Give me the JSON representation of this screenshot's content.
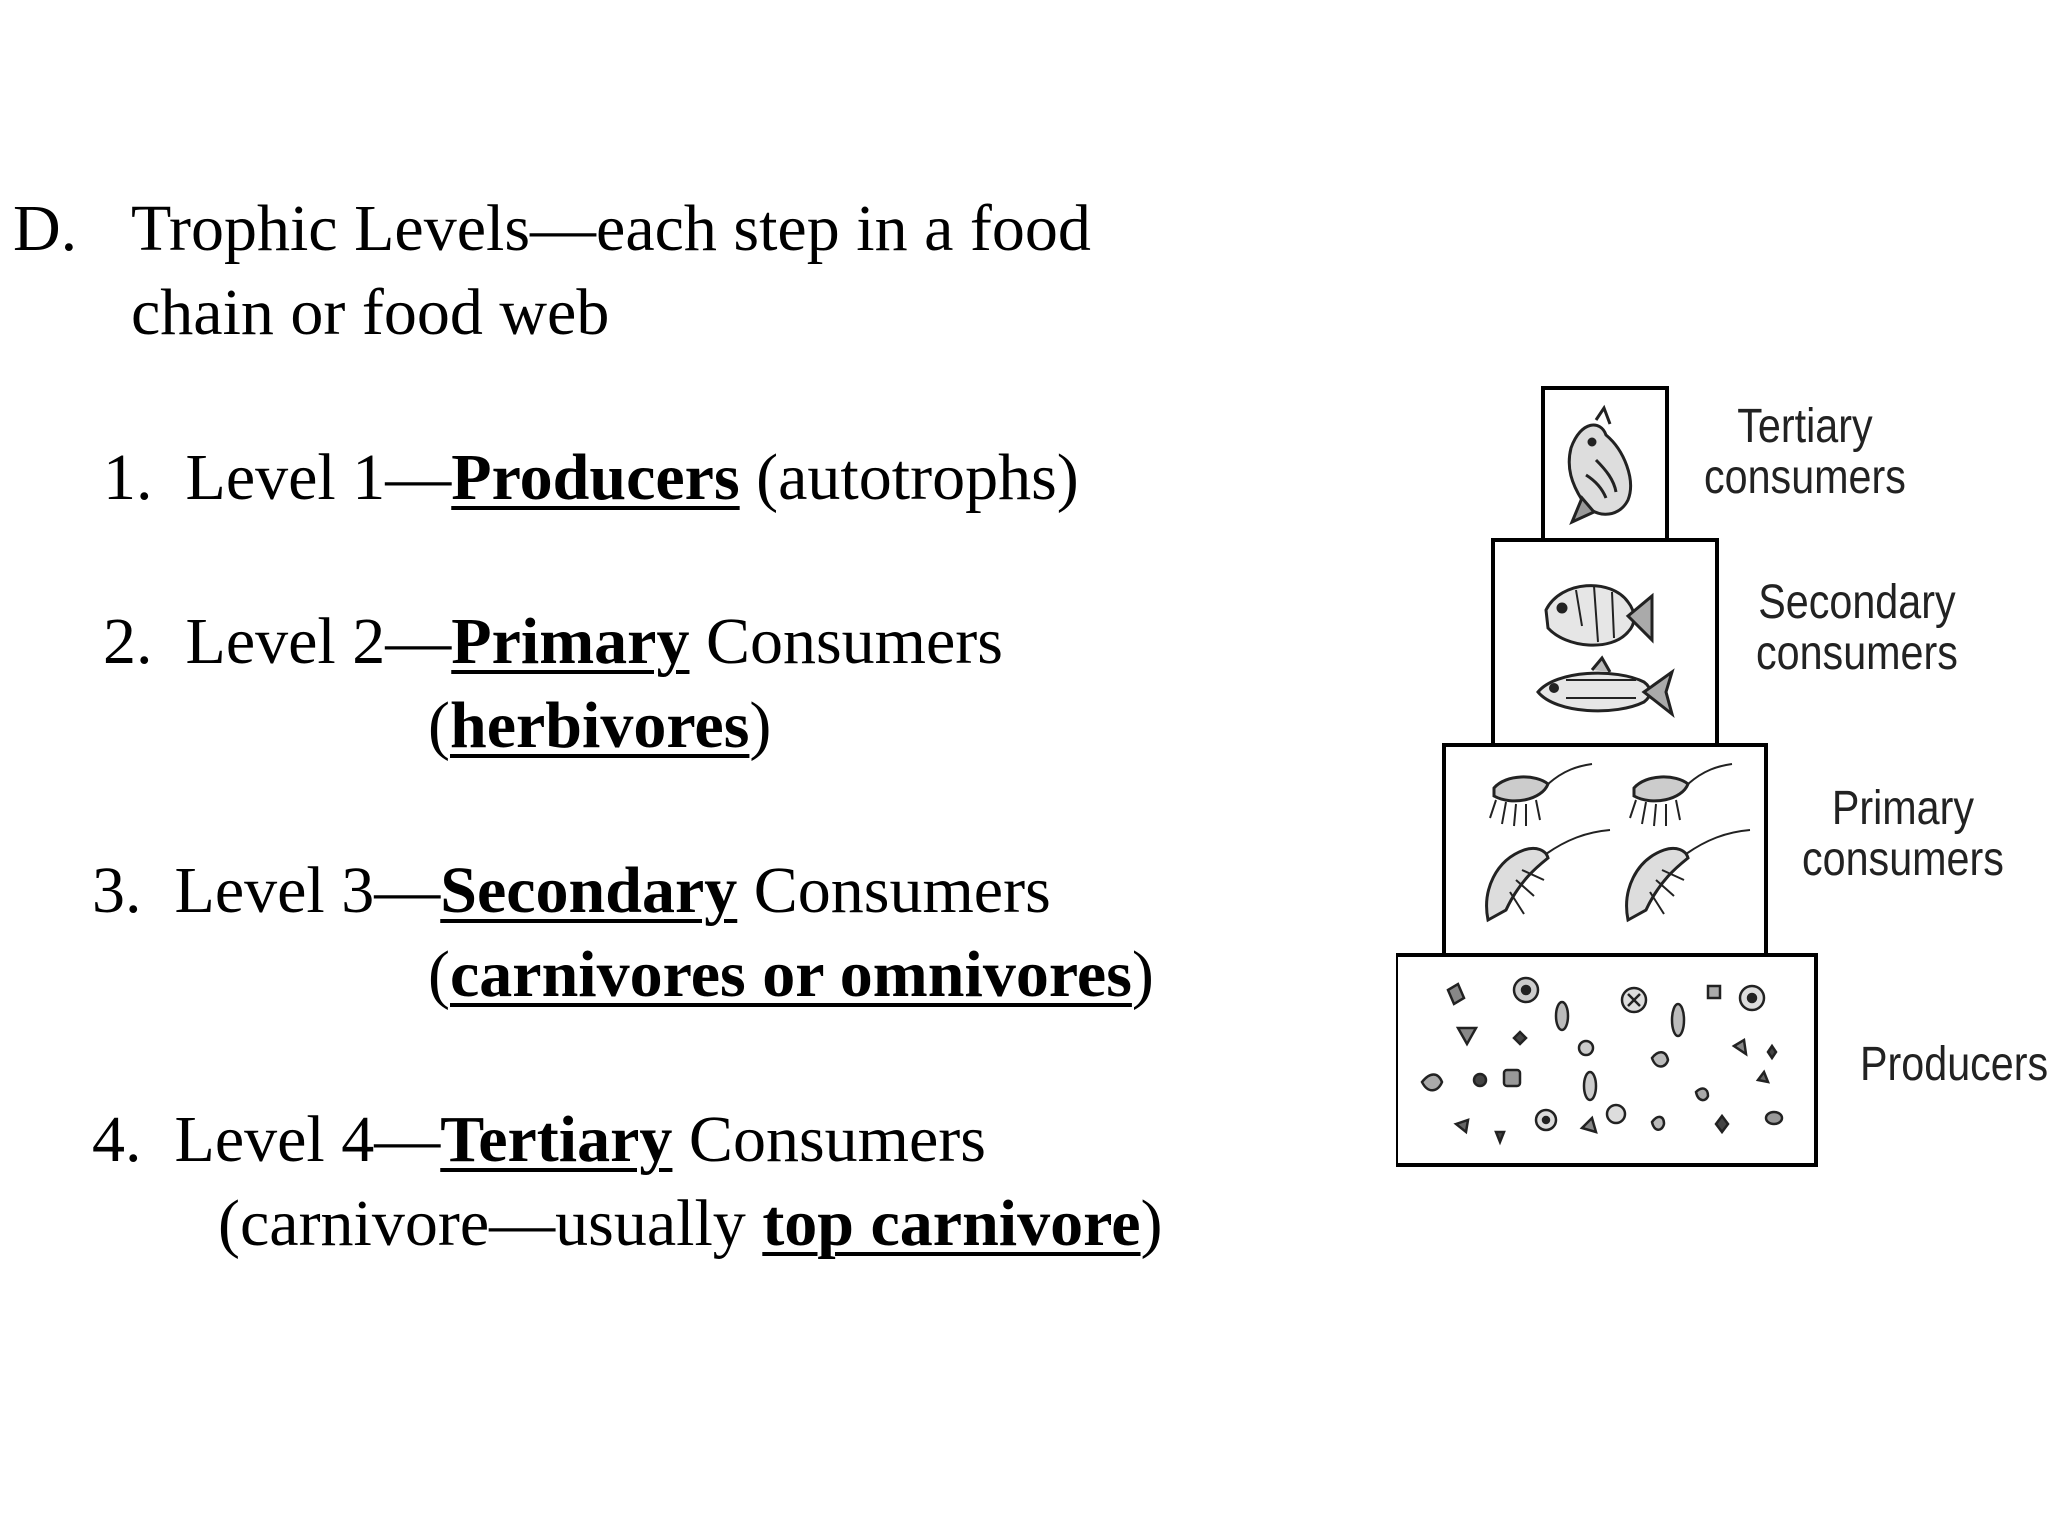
{
  "heading": {
    "marker": "D.",
    "line1": "Trophic Levels—each step in a food",
    "line2": "chain or food web"
  },
  "levels": [
    {
      "num": "1.",
      "prefix": "Level 1—",
      "keyword": "Producers",
      "suffix": " (autotrophs)"
    },
    {
      "num": "2.",
      "prefix": "Level 2—",
      "keyword": "Primary",
      "suffix": " Consumers",
      "detail_open": "(",
      "detail_keyword": "herbivores",
      "detail_close": ")"
    },
    {
      "num": "3.",
      "prefix": "Level 3—",
      "keyword": "Secondary",
      "suffix": " Consumers",
      "detail_open": "(",
      "detail_keyword": "carnivores or omnivores",
      "detail_close": ")"
    },
    {
      "num": "4.",
      "prefix": "Level 4—",
      "keyword": "Tertiary",
      "suffix": " Consumers",
      "detail_open": "(carnivore—usually ",
      "detail_keyword": "top carnivore",
      "detail_close": ")"
    }
  ],
  "pyramid": {
    "tiers": [
      {
        "label_line1": "Tertiary",
        "label_line2": "consumers",
        "icon": "fish-predator-icon"
      },
      {
        "label_line1": "Secondary",
        "label_line2": "consumers",
        "icon": "fish-icon"
      },
      {
        "label_line1": "Primary",
        "label_line2": "consumers",
        "icon": "shrimp-icon"
      },
      {
        "label_line1": "Producers",
        "label_line2": "",
        "icon": "plankton-icon"
      }
    ]
  }
}
